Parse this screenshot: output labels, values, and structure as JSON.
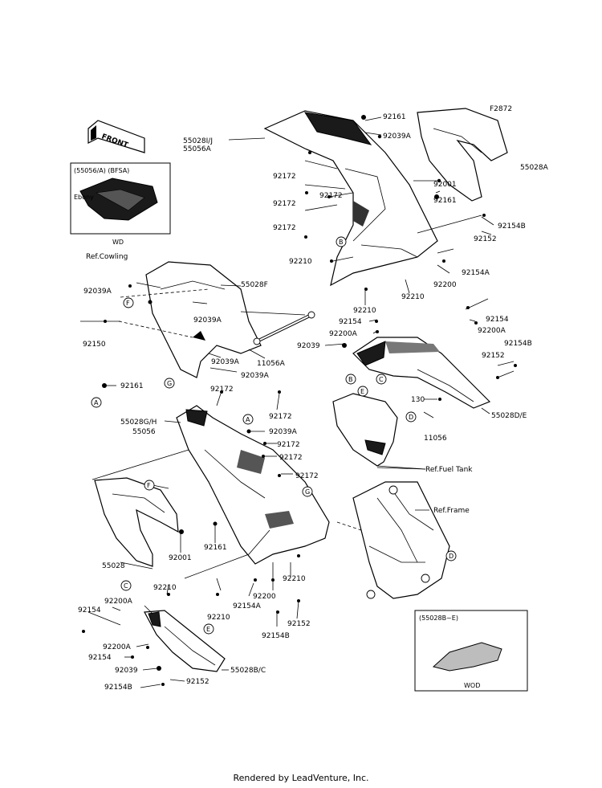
{
  "diagram_code": "F2872",
  "front_label": "FRONT",
  "inset_top": {
    "header": "(55056/A) (BFSA)",
    "color": "Ebony",
    "model": "WD"
  },
  "inset_bottom": {
    "header": "(55028B~E)",
    "model": "WOD"
  },
  "refs": {
    "cowling": "Ref.Cowling",
    "fuel_tank": "Ref.Fuel Tank",
    "frame": "Ref.Frame"
  },
  "callouts": [
    "A",
    "B",
    "C",
    "D",
    "E",
    "F",
    "G"
  ],
  "labels": {
    "p92161_top": "92161",
    "p92039A_top": "92039A",
    "p55028IJ": "55028I/J",
    "p55056A": "55056A",
    "p92172_a": "92172",
    "p92172_b": "92172",
    "p92172_c": "92172",
    "p92172_d": "92172",
    "p92001_top": "92001",
    "p92161_mid": "92161",
    "p55028A": "55028A",
    "p92154B_top": "92154B",
    "p92152_top": "92152",
    "p92210_a": "92210",
    "p92154A_top": "92154A",
    "p92200": "92200",
    "p92210_b": "92210",
    "p92210_c": "92210",
    "p92154_mid": "92154",
    "p92200A_mid": "92200A",
    "p92039_mid": "92039",
    "p92154_r": "92154",
    "p92200A_r": "92200A",
    "p92154B_r": "92154B",
    "p92152_r": "92152",
    "p130": "130",
    "p11056": "11056",
    "p55028DE": "55028D/E",
    "p92039A_l": "92039A",
    "p55028F": "55028F",
    "p92039A_f": "92039A",
    "p92150": "92150",
    "p11056A": "11056A",
    "p92039A_g1": "92039A",
    "p92039A_g2": "92039A",
    "p92161_a": "92161",
    "p92172_e": "92172",
    "p92172_f": "92172",
    "p55028GH": "55028G/H",
    "p55056": "55056",
    "p92039A_a": "92039A",
    "p92172_g": "92172",
    "p92172_h": "92172",
    "p92172_i": "92172",
    "p55028": "55028",
    "p92001_b": "92001",
    "p92161_b": "92161",
    "p92210_d": "92210",
    "p92210_e": "92210",
    "p92200_b": "92200",
    "p92154A_b": "92154A",
    "p92210_f": "92210",
    "p92152_b": "92152",
    "p92154B_b": "92154B",
    "p92154_l": "92154",
    "p92200A_l": "92200A",
    "p92200A_l2": "92200A",
    "p92154_l2": "92154",
    "p92039_l": "92039",
    "p92154B_l": "92154B",
    "p92152_l": "92152",
    "p55028BC": "55028B/C"
  },
  "footer": "Rendered by LeadVenture, Inc."
}
